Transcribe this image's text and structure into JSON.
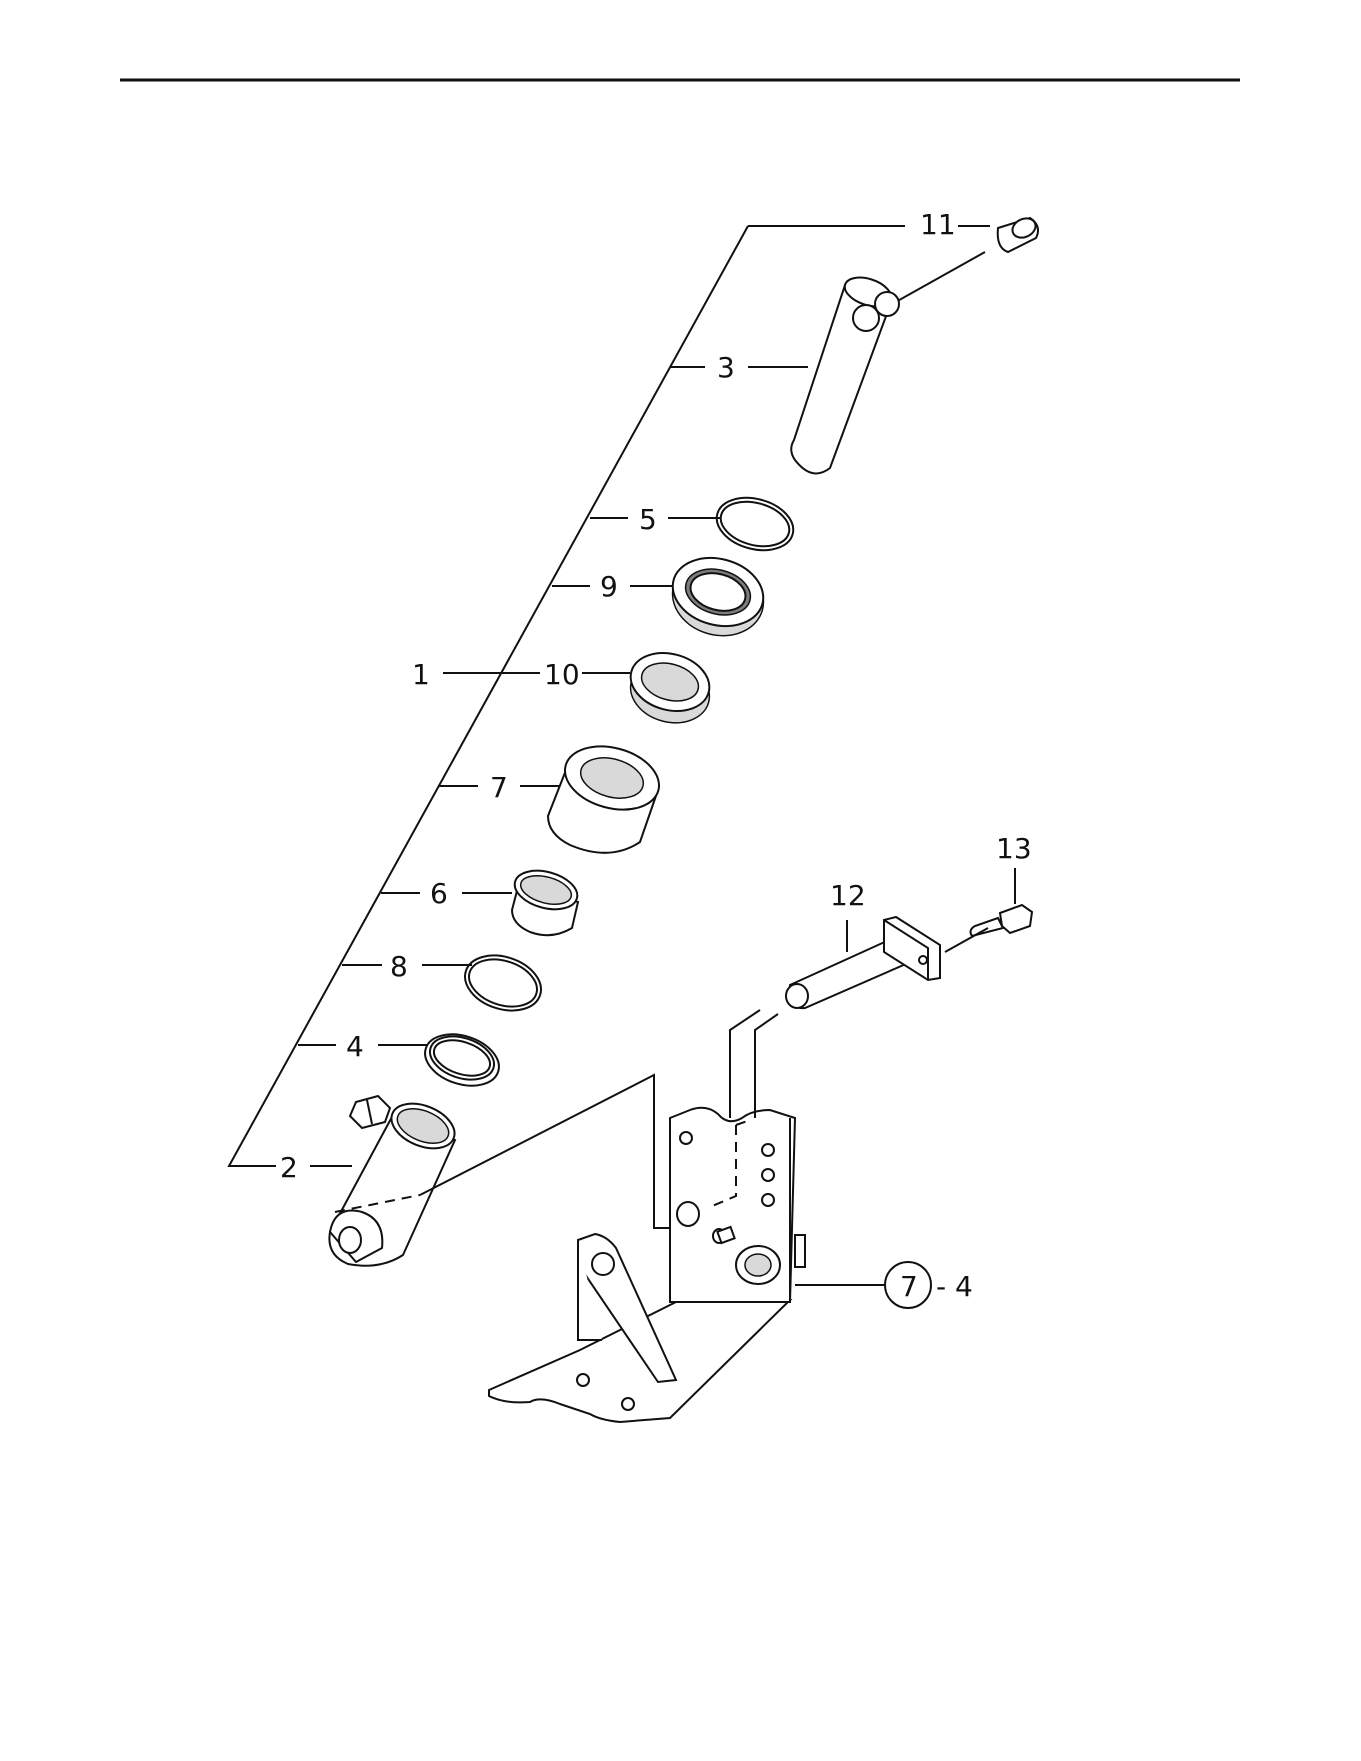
{
  "callouts": {
    "c1": "1",
    "c2": "2",
    "c3": "3",
    "c4": "4",
    "c5": "5",
    "c6": "6",
    "c7": "7",
    "c8": "8",
    "c9": "9",
    "c10": "10",
    "c11": "11",
    "c12": "12",
    "c13": "13",
    "ref_circle": "7",
    "ref_suffix": "- 4"
  }
}
